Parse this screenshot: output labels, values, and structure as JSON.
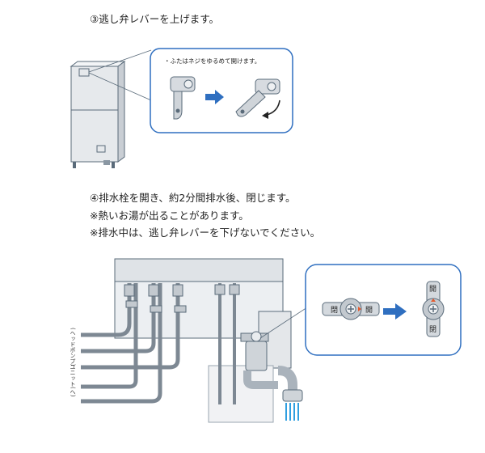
{
  "steps": {
    "step3": {
      "title": "③逃し弁レバーを上げます。",
      "callout_note": "・ふたはネジをゆるめて開けます。"
    },
    "step4": {
      "title": "④排水栓を開き、約2分間排水後、閉じます。",
      "note1": "※熱いお湯が出ることがあります。",
      "note2": "※排水中は、逃し弁レバーを下げないでください。"
    }
  },
  "valve_labels": {
    "open": "開",
    "close": "閉"
  },
  "pipe_labels": {
    "left": "(ヘッドポンプ)",
    "right": "ユニット(へ)"
  },
  "colors": {
    "accent_blue": "#2f6fc0",
    "outline": "#5a6b7a",
    "unit_gray": "#dfe3e7"
  }
}
